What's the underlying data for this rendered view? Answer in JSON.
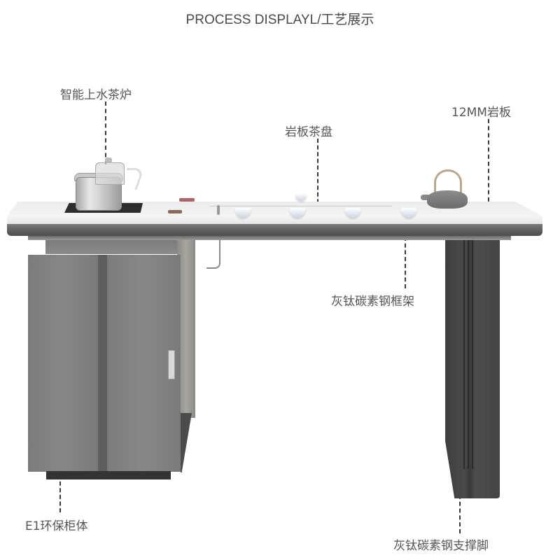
{
  "header": {
    "title": "PROCESS DISPLAYL/工艺展示"
  },
  "callouts": [
    {
      "id": "smart-kettle",
      "label": "智能上水茶炉"
    },
    {
      "id": "stone-tea-tray",
      "label": "岩板茶盘"
    },
    {
      "id": "stone-slab",
      "label": "12MM岩板"
    },
    {
      "id": "steel-frame",
      "label": "灰钛碳素钢框架"
    },
    {
      "id": "cabinet",
      "label": "E1环保柜体"
    },
    {
      "id": "steel-leg",
      "label": "灰钛碳素钢支撑脚"
    }
  ],
  "colors": {
    "background": "#ffffff",
    "label_text": "#555555",
    "slab_top": "#ececec",
    "frame_edge": "#5c5c5c",
    "cabinet": "#808080",
    "leg": "#404040"
  }
}
